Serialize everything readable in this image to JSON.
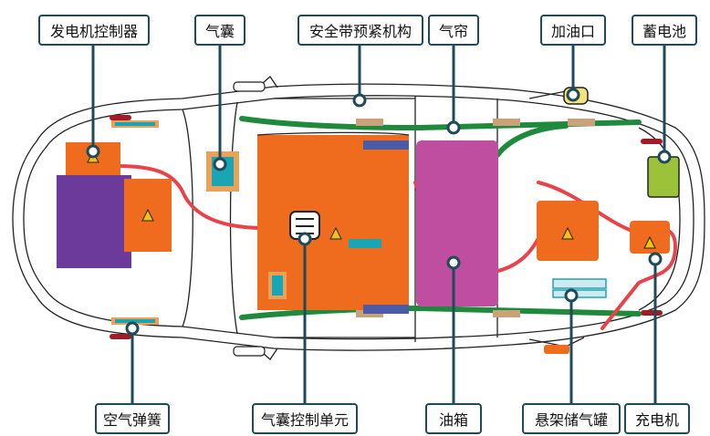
{
  "labels": {
    "generator_controller": "发电机控制器",
    "airbag": "气囊",
    "seatbelt_pretensioner": "安全带预紧机构",
    "curtain": "气帘",
    "fuel_filler": "加油口",
    "battery": "蓄电池",
    "air_spring": "空气弹簧",
    "airbag_control_unit": "气囊控制单元",
    "fuel_tank": "油箱",
    "suspension_reservoir": "悬架储气罐",
    "charger": "充电机"
  },
  "colors": {
    "orange": "#ef6c1e",
    "purple": "#6b3a9a",
    "magenta": "#c04ea0",
    "red_cable": "#e8434a",
    "green_curtain": "#1f8a3c",
    "teal": "#1aa5b5",
    "lime": "#9cc23a",
    "label_border": "#1f4a5a",
    "tan": "#c9a27a"
  },
  "icons": [
    "warning-icon",
    "airbag-control-unit-icon"
  ]
}
